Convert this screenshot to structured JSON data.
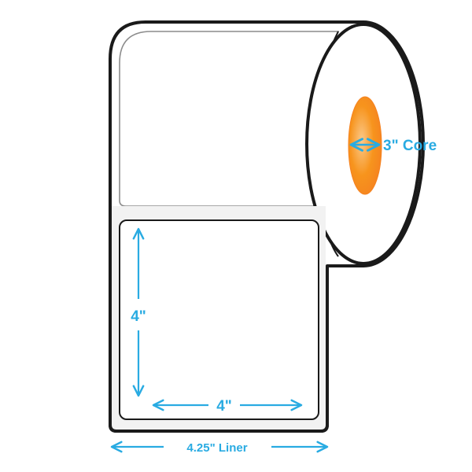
{
  "colors": {
    "dimension": "#29abe2",
    "outline": "#1a1a1a",
    "label_border": "#9a9a9a",
    "liner": "#f2f2f2",
    "core_fill": "#f7941d",
    "core_highlight": "#fbc98a",
    "background": "#ffffff"
  },
  "dimensions": {
    "core_label": "3\" Core",
    "label_height": "4\"",
    "label_width": "4\"",
    "liner_width": "4.25\" Liner"
  }
}
